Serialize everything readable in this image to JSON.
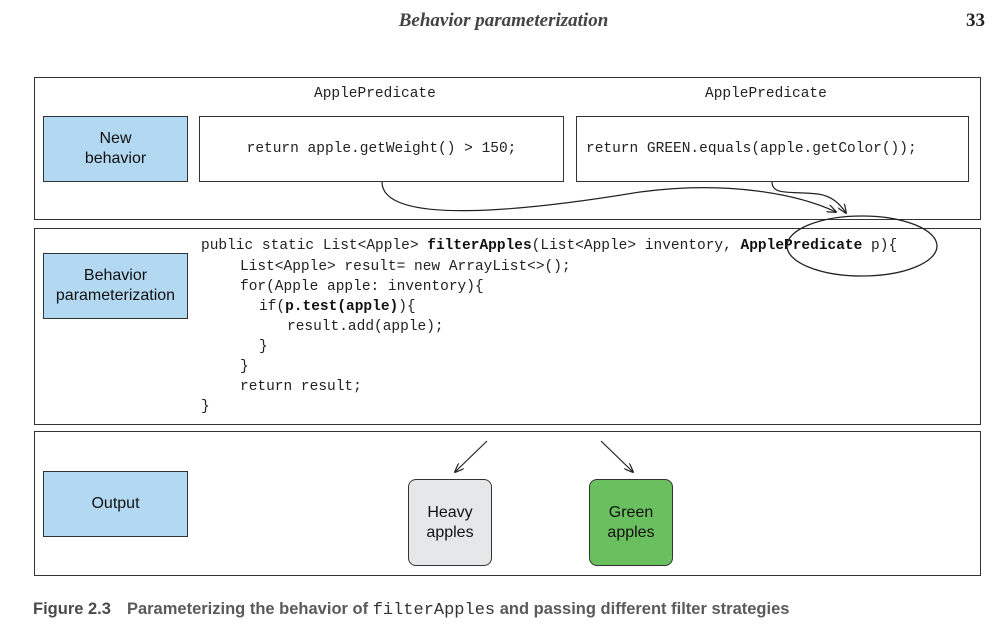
{
  "header": {
    "title": "Behavior parameterization",
    "page_number": "33"
  },
  "labels": {
    "new_behavior": "New\nbehavior",
    "behavior_parameterization": "Behavior\nparameterization",
    "output": "Output"
  },
  "predicates": [
    {
      "title": "ApplePredicate",
      "code": "return apple.getWeight() > 150;"
    },
    {
      "title": "ApplePredicate",
      "code": "return GREEN.equals(apple.getColor());"
    }
  ],
  "code": {
    "line1_pre": "public static List<Apple> ",
    "line1_method": "filterApples",
    "line1_mid": "(List<Apple> inventory, ",
    "line1_param_type": "ApplePredicate",
    "line1_post": " p){",
    "line2": "List<Apple> result= new ArrayList<>();",
    "line3": "for(Apple apple: inventory){",
    "line4_pre": "if(",
    "line4_bold": "p.test(apple)",
    "line4_post": "){",
    "line5": "result.add(apple);",
    "line6": "}",
    "line7": "}",
    "line8": "return result;",
    "line9": "}"
  },
  "outputs": {
    "heavy": "Heavy\napples",
    "green": "Green\napples"
  },
  "caption": {
    "figure": "Figure 2.3",
    "text_pre": "Parameterizing the behavior of ",
    "code": "filterApples",
    "text_post": " and passing different filter strategies"
  },
  "colors": {
    "label_fill": "#b3d9f2",
    "heavy_fill": "#e6e7e8",
    "green_fill": "#6abf5e"
  }
}
